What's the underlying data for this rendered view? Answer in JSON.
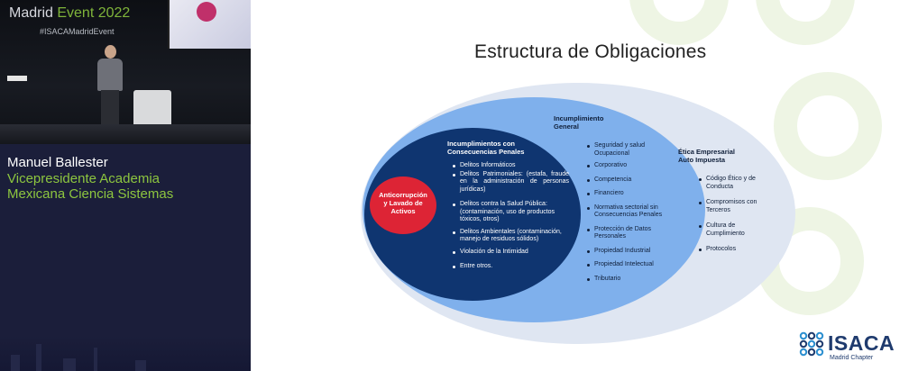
{
  "video": {
    "stage_title_prefix": "Madrid ",
    "stage_title_accent": "Event 2022",
    "hashtag": "#ISACAMadridEvent",
    "speaker_name": "Manuel Ballester",
    "speaker_role_line1": "Vicepresidente Academia",
    "speaker_role_line2": "Mexicana Ciencia Sistemas"
  },
  "slide": {
    "title": "Estructura de Obligaciones",
    "core": {
      "label_line1": "Anticorrupción",
      "label_line2": "y Lavado de",
      "label_line3": "Activos"
    },
    "penales": {
      "title_line1": "Incumplimientos con",
      "title_line2": "Consecuencias Penales",
      "items": [
        "Delitos Informáticos",
        "Delitos Patrimoniales: (estafa, fraude en la administración de personas jurídicas)",
        "Delitos contra la Salud Pública: (contaminación, uso de productos tóxicos, otros)",
        "Delitos Ambientales (contaminación, manejo de residuos sólidos)",
        "Violación de la Intimidad",
        "Entre otros."
      ]
    },
    "general": {
      "title_line1": "Incumplimiento",
      "title_line2": "General",
      "items": [
        "Seguridad y salud Ocupacional",
        "Corporativo",
        "Competencia",
        "Financiero",
        "Normativa sectorial sin Consecuencias Penales",
        "Protección de Datos Personales",
        "Propiedad Industrial",
        "Propiedad Intelectual",
        "Tributario"
      ]
    },
    "etica": {
      "title_line1": "Ética Empresarial",
      "title_line2": "Auto Impuesta",
      "items": [
        "Código Ético y de Conducta",
        "Compromisos con Terceros",
        "Cultura de Cumplimiento",
        "Protocolos"
      ]
    }
  },
  "logo": {
    "word": "ISACA",
    "sub": "Madrid Chapter"
  },
  "colors": {
    "core": "#dd2435",
    "inner": "#0f3570",
    "mid": "#7fb0ec",
    "outer": "#dfe6f2",
    "accent_green": "#8dc63f",
    "video_bg": "#1b1e3a"
  }
}
